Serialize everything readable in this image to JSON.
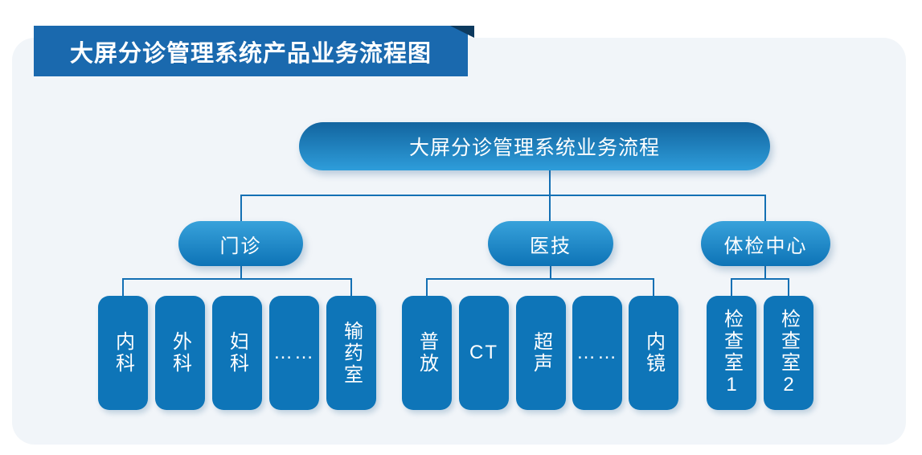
{
  "banner": {
    "title": "大屏分诊管理系统产品业务流程图"
  },
  "root": {
    "label": "大屏分诊管理系统业务流程"
  },
  "branches": [
    {
      "label": "门诊",
      "children": [
        "内科",
        "外科",
        "妇科",
        "……",
        "输药室"
      ]
    },
    {
      "label": "医技",
      "children": [
        "普放",
        "CT",
        "超声",
        "……",
        "内镜"
      ]
    },
    {
      "label": "体检中心",
      "children": [
        "检查室1",
        "检查室2"
      ]
    }
  ],
  "colors": {
    "banner": "#1a69ae",
    "banner_fold": "#0d3a5f",
    "card_bg": "#f1f5f9",
    "line": "#1470b4",
    "root_grad_top": "#12649f",
    "root_grad_bottom": "#2e9dda",
    "branch_grad_top": "#38a2db",
    "branch_grad_bottom": "#0d73b6",
    "leaf": "#0e75b8"
  }
}
